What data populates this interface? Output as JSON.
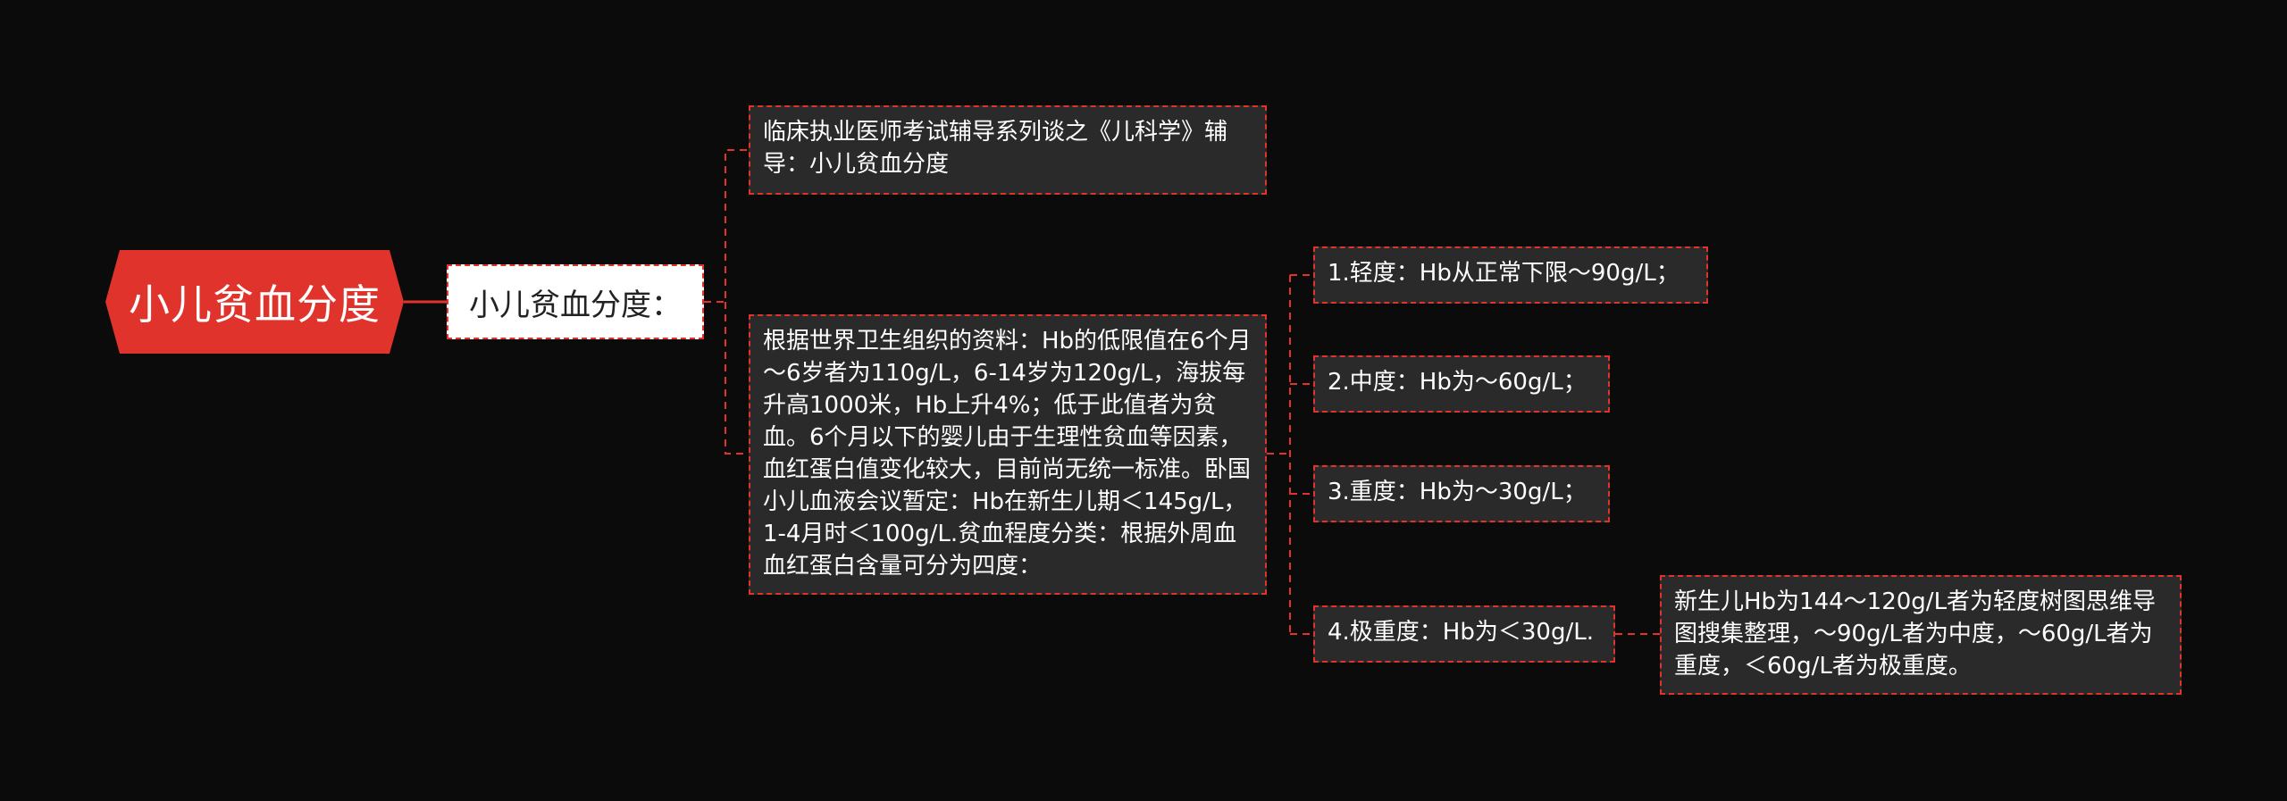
{
  "root": {
    "label": "小儿贫血分度"
  },
  "subtopic": {
    "label": "小儿贫血分度："
  },
  "branches": {
    "title_node": "临床执业医师考试辅导系列谈之《儿科学》辅导：小儿贫血分度",
    "info_node": "根据世界卫生组织的资料：Hb的低限值在6个月～6岁者为110g/L，6-14岁为120g/L，海拔每升高1000米，Hb上升4%；低于此值者为贫血。6个月以下的婴儿由于生理性贫血等因素，血红蛋白值变化较大，目前尚无统一标准。卧国小儿血液会议暂定：Hb在新生儿期＜145g/L，1-4月时＜100g/L.贫血程度分类：根据外周血血红蛋白含量可分为四度："
  },
  "grades": [
    {
      "label": "1.轻度：Hb从正常下限～90g/L；"
    },
    {
      "label": "2.中度：Hb为～60g/L；"
    },
    {
      "label": "3.重度：Hb为～30g/L；"
    },
    {
      "label": "4.极重度：Hb为＜30g/L."
    }
  ],
  "newborn_note": "新生儿Hb为144～120g/L者为轻度树图思维导图搜集整理，～90g/L者为中度，～60g/L者为重度，＜60g/L者为极重度。",
  "colors": {
    "background": "#0b0b0c",
    "accent": "#e0332b",
    "node_fill": "#2a2a2b",
    "text": "#ffffff"
  }
}
